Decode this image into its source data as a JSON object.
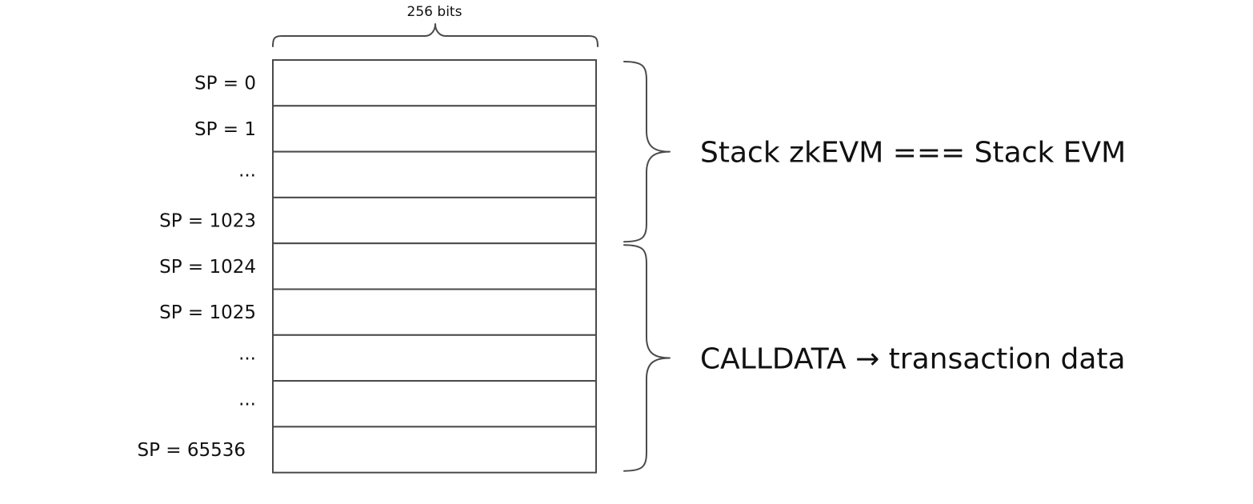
{
  "width_label": "256 bits",
  "slots": [
    {
      "label": "SP = 0"
    },
    {
      "label": "SP = 1"
    },
    {
      "label": "..."
    },
    {
      "label": "SP = 1023"
    },
    {
      "label": "SP = 1024"
    },
    {
      "label": "SP = 1025"
    },
    {
      "label": "..."
    },
    {
      "label": "..."
    },
    {
      "label": "SP = 65536"
    }
  ],
  "groups": [
    {
      "label": "Stack zkEVM === Stack EVM",
      "first_slot": 0,
      "last_slot": 3
    },
    {
      "label": "CALLDATA → transaction data",
      "first_slot": 4,
      "last_slot": 8
    }
  ],
  "colors": {
    "stroke": "#4a4a4a",
    "text": "#111111",
    "background": "#ffffff"
  }
}
